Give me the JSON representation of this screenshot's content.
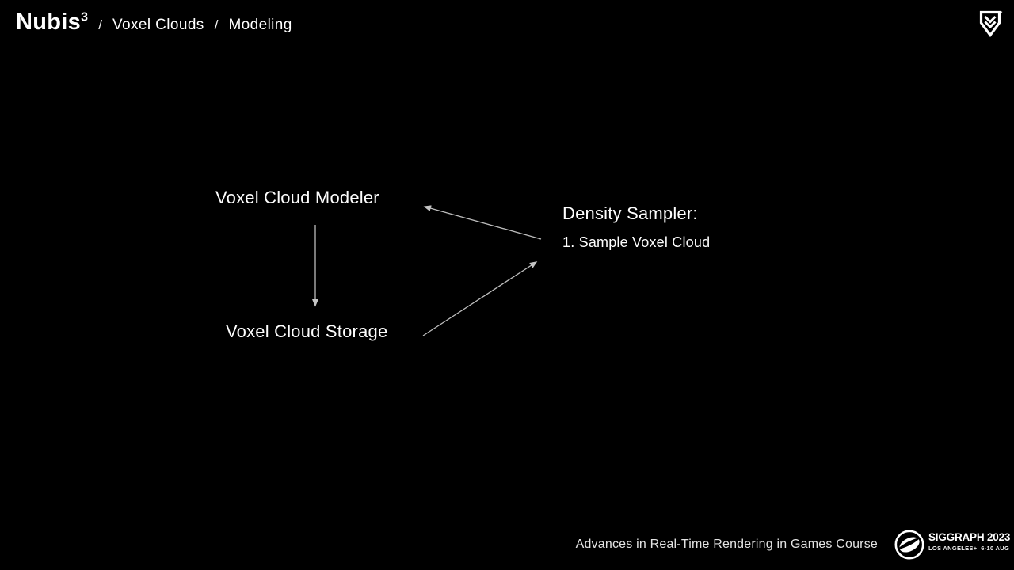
{
  "slide": {
    "title": {
      "brand": "Nubis",
      "brand_sup": "3",
      "separator": "/",
      "crumbs": [
        "Voxel Clouds",
        "Modeling"
      ]
    },
    "diagram": {
      "modeler_label": "Voxel Cloud Modeler",
      "storage_label": "Voxel Cloud Storage",
      "density_title": "Density Sampler:",
      "density_step": "1. Sample Voxel Cloud",
      "edges": [
        {
          "from": "Voxel Cloud Modeler",
          "to": "Voxel Cloud Storage"
        },
        {
          "from": "Density Sampler",
          "to": "Voxel Cloud Modeler"
        },
        {
          "from": "Voxel Cloud Storage",
          "to": "Density Sampler"
        }
      ]
    },
    "footer": {
      "course": "Advances in Real-Time Rendering in Games Course",
      "conference": "SIGGRAPH 2023",
      "dates": "LOS ANGELES+  6-10 AUG"
    },
    "icons": {
      "guerrilla_logo": "guerrilla-games-shield-logo",
      "siggraph_logo": "siggraph-sphere-logo"
    },
    "colors": {
      "background": "#000000",
      "text": "#ffffff",
      "arrow": "#bdbdbd",
      "footer_text": "#e3e3e3"
    }
  }
}
